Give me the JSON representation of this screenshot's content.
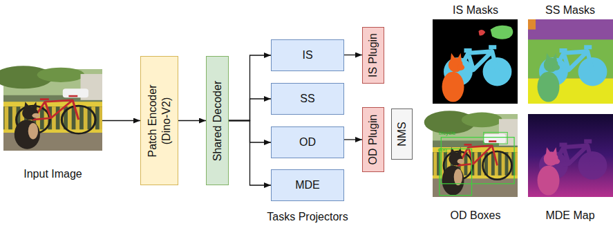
{
  "diagram": {
    "nodes": [
      {
        "text": [
          "Input Image"
        ]
      },
      {
        "text": [
          "Patch Encoder (Dino-V2)"
        ]
      },
      {
        "text": [
          "Shared Decoder"
        ]
      },
      {
        "text": [
          "IS"
        ]
      },
      {
        "text": [
          "SS"
        ]
      },
      {
        "text": [
          "OD"
        ]
      },
      {
        "text": [
          "MDE"
        ]
      },
      {
        "text": [
          "IS Plugin"
        ]
      },
      {
        "text": [
          "OD Plugin"
        ]
      },
      {
        "text": [
          "NMS"
        ]
      }
    ],
    "edges": [
      {
        "from": 0,
        "to": 1,
        "arrow": "to"
      },
      {
        "from": 1,
        "to": 2,
        "arrow": "to"
      },
      {
        "from": 2,
        "to": 3,
        "arrow": "to"
      },
      {
        "from": 2,
        "to": 4,
        "arrow": "to"
      },
      {
        "from": 2,
        "to": 5,
        "arrow": "to"
      },
      {
        "from": 2,
        "to": 6,
        "arrow": "to"
      },
      {
        "from": 3,
        "to": 7,
        "arrow": "to"
      },
      {
        "from": 5,
        "to": 8,
        "arrow": "to"
      }
    ],
    "labels": [
      "Tasks Projectors",
      "IS Masks",
      "SS Masks",
      "OD Boxes",
      "MDE Map",
      "bicycle",
      "dog"
    ]
  }
}
